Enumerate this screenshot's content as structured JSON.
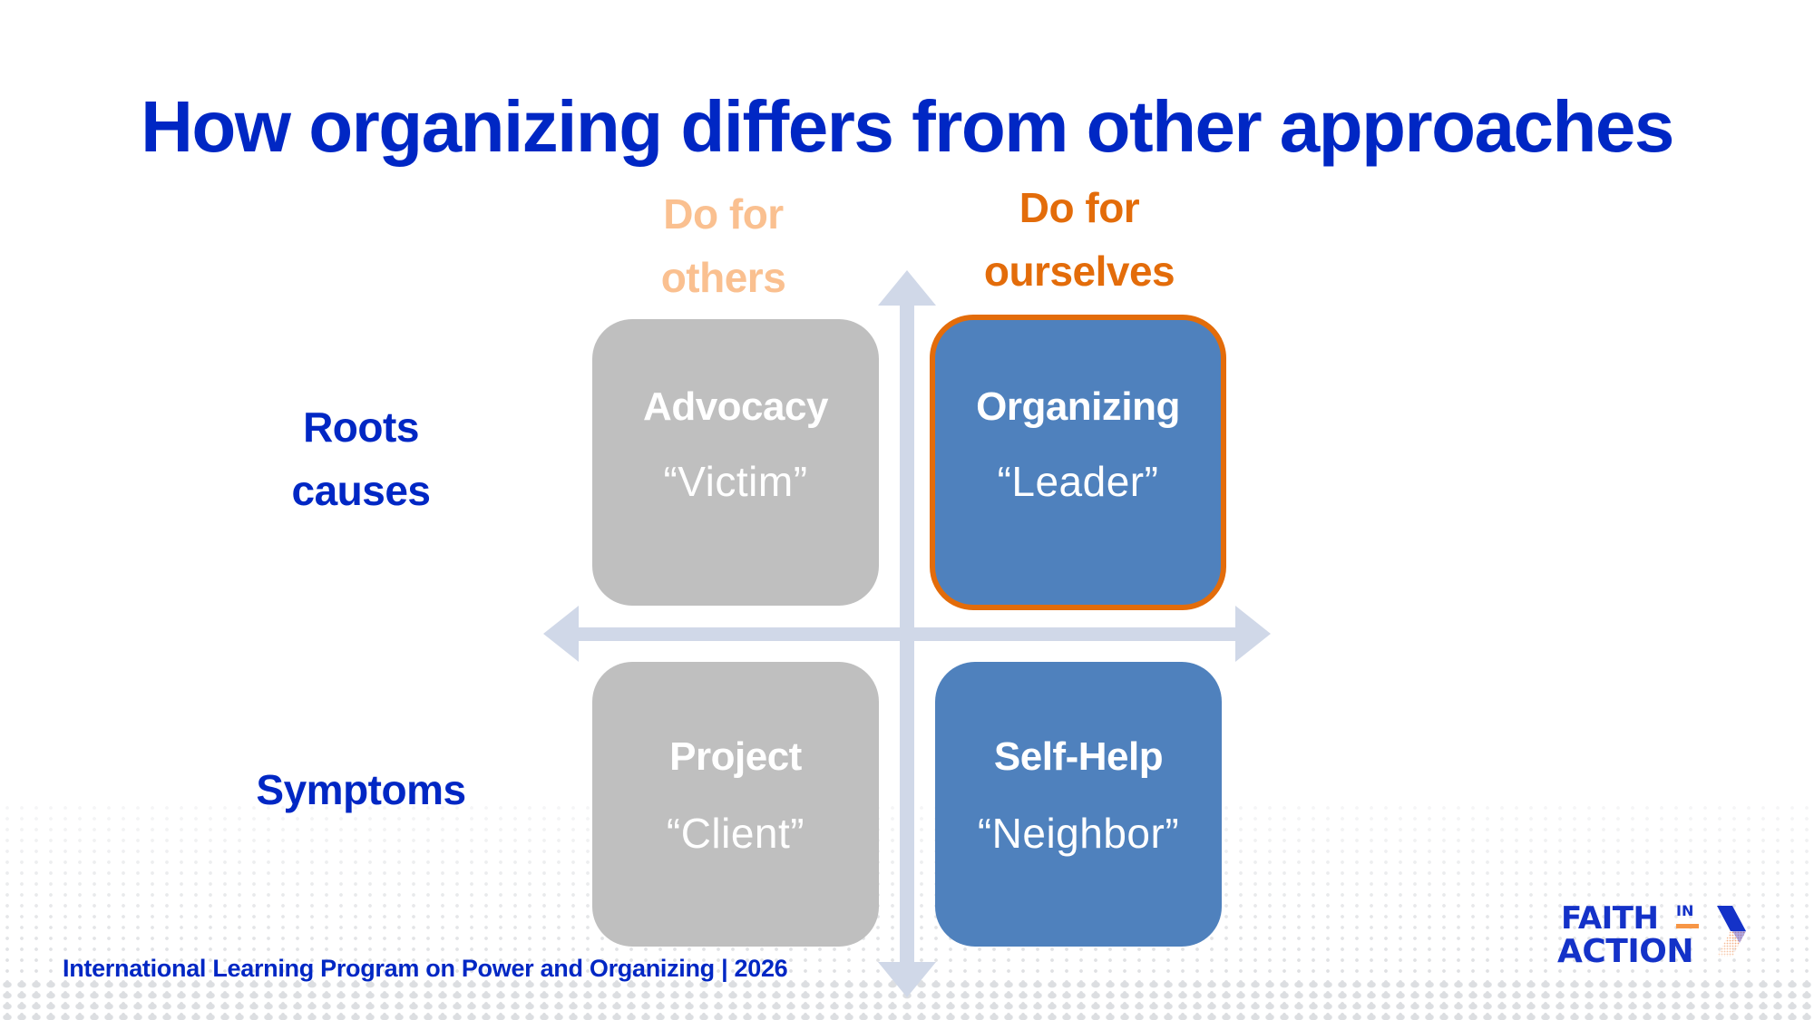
{
  "slide": {
    "title": "How organizing differs from other approaches",
    "footer": "International Learning Program on Power and Organizing | 2026"
  },
  "columns": [
    {
      "line1": "Do for",
      "line2": "others",
      "color": "#FAC090"
    },
    {
      "line1": "Do for",
      "line2": "ourselves",
      "color": "#E36C0A"
    }
  ],
  "rows": [
    {
      "line1": "Roots",
      "line2": "causes"
    },
    {
      "line1": "Symptoms"
    }
  ],
  "quadrants": [
    {
      "name": "Advocacy",
      "role": "“Victim”",
      "fill": "#BFBFBF",
      "position": "top-left"
    },
    {
      "name": "Organizing",
      "role": "“Leader”",
      "fill": "#4F81BD",
      "border": "#E36C0A",
      "position": "top-right",
      "highlighted": true
    },
    {
      "name": "Project",
      "role": "“Client”",
      "fill": "#BFBFBF",
      "position": "bottom-left"
    },
    {
      "name": "Self-Help",
      "role": "“Neighbor”",
      "fill": "#4F81BD",
      "position": "bottom-right"
    }
  ],
  "colors": {
    "title": "#0027C4",
    "axis": "#D0D8E8",
    "gray_box": "#BFBFBF",
    "blue_box": "#4F81BD",
    "highlight_border": "#E36C0A"
  },
  "logo": {
    "line1": "FAITH",
    "small": "IN",
    "line2": "ACTION",
    "bar_color": "#F79646",
    "icon": "chevron-arrow-icon"
  }
}
